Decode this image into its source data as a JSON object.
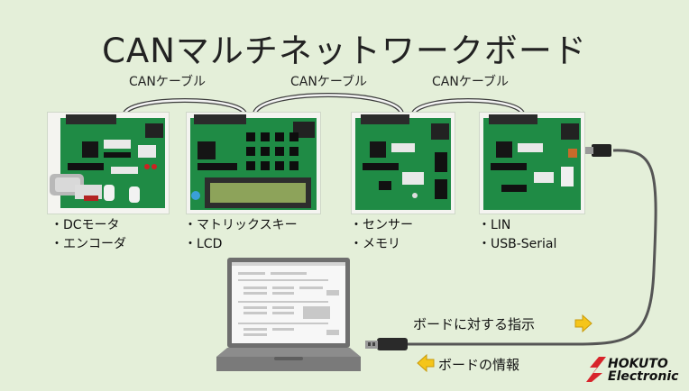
{
  "title": "CANマルチネットワークボード",
  "cable_label": "CANケーブル",
  "boards": [
    {
      "name": "board-dc-motor",
      "features": [
        "・DCモータ",
        "・エンコーダ"
      ]
    },
    {
      "name": "board-matrix-key",
      "features": [
        "・マトリックスキー",
        "・LCD"
      ]
    },
    {
      "name": "board-sensor",
      "features": [
        "・センサー",
        "・メモリ"
      ]
    },
    {
      "name": "board-lin",
      "features": [
        "・LIN",
        "・USB-Serial"
      ]
    }
  ],
  "pc_to_board": "ボードに対する指示",
  "board_to_pc": "ボードの情報",
  "logo": {
    "line1": "HOKUTO",
    "line2": "Electronic"
  },
  "colors": {
    "background": "#e4efd9",
    "pcb": "#1f8b45",
    "arrow": "#f5c51a",
    "cable": "#555555"
  }
}
